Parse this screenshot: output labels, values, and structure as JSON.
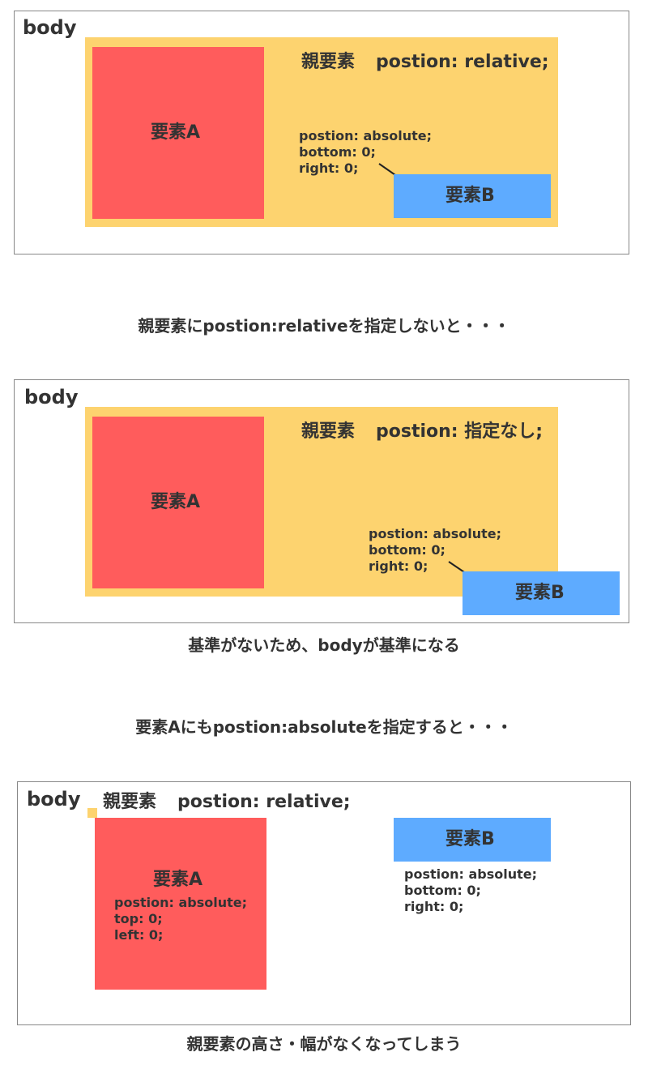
{
  "diagram1": {
    "body_label": "body",
    "parent_label_name": "親要素",
    "parent_label_style": "postion: relative;",
    "element_a_label": "要素A",
    "element_b_label": "要素B",
    "code_lines": [
      "postion: absolute;",
      "bottom: 0;",
      "right: 0;"
    ]
  },
  "caption1": "親要素にpostion:relativeを指定しないと・・・",
  "diagram2": {
    "body_label": "body",
    "parent_label_name": "親要素",
    "parent_label_style": "postion: 指定なし;",
    "element_a_label": "要素A",
    "element_b_label": "要素B",
    "code_lines": [
      "postion: absolute;",
      "bottom: 0;",
      "right: 0;"
    ]
  },
  "caption2": "基準がないため、bodyが基準になる",
  "caption3": "要素Aにもpostion:absoluteを指定すると・・・",
  "diagram3": {
    "body_label": "body",
    "parent_label_name": "親要素",
    "parent_label_style": "postion: relative;",
    "element_a_label": "要素A",
    "element_a_code_lines": [
      "postion: absolute;",
      "top: 0;",
      "left: 0;"
    ],
    "element_b_label": "要素B",
    "element_b_code_lines": [
      "postion: absolute;",
      "bottom: 0;",
      "right: 0;"
    ]
  },
  "caption4": "親要素の高さ・幅がなくなってしまう",
  "colors": {
    "parent": "#fdd36f",
    "element_a": "#ff5c5c",
    "element_b": "#5eabff",
    "frame_border": "#888888",
    "text": "#333333"
  }
}
